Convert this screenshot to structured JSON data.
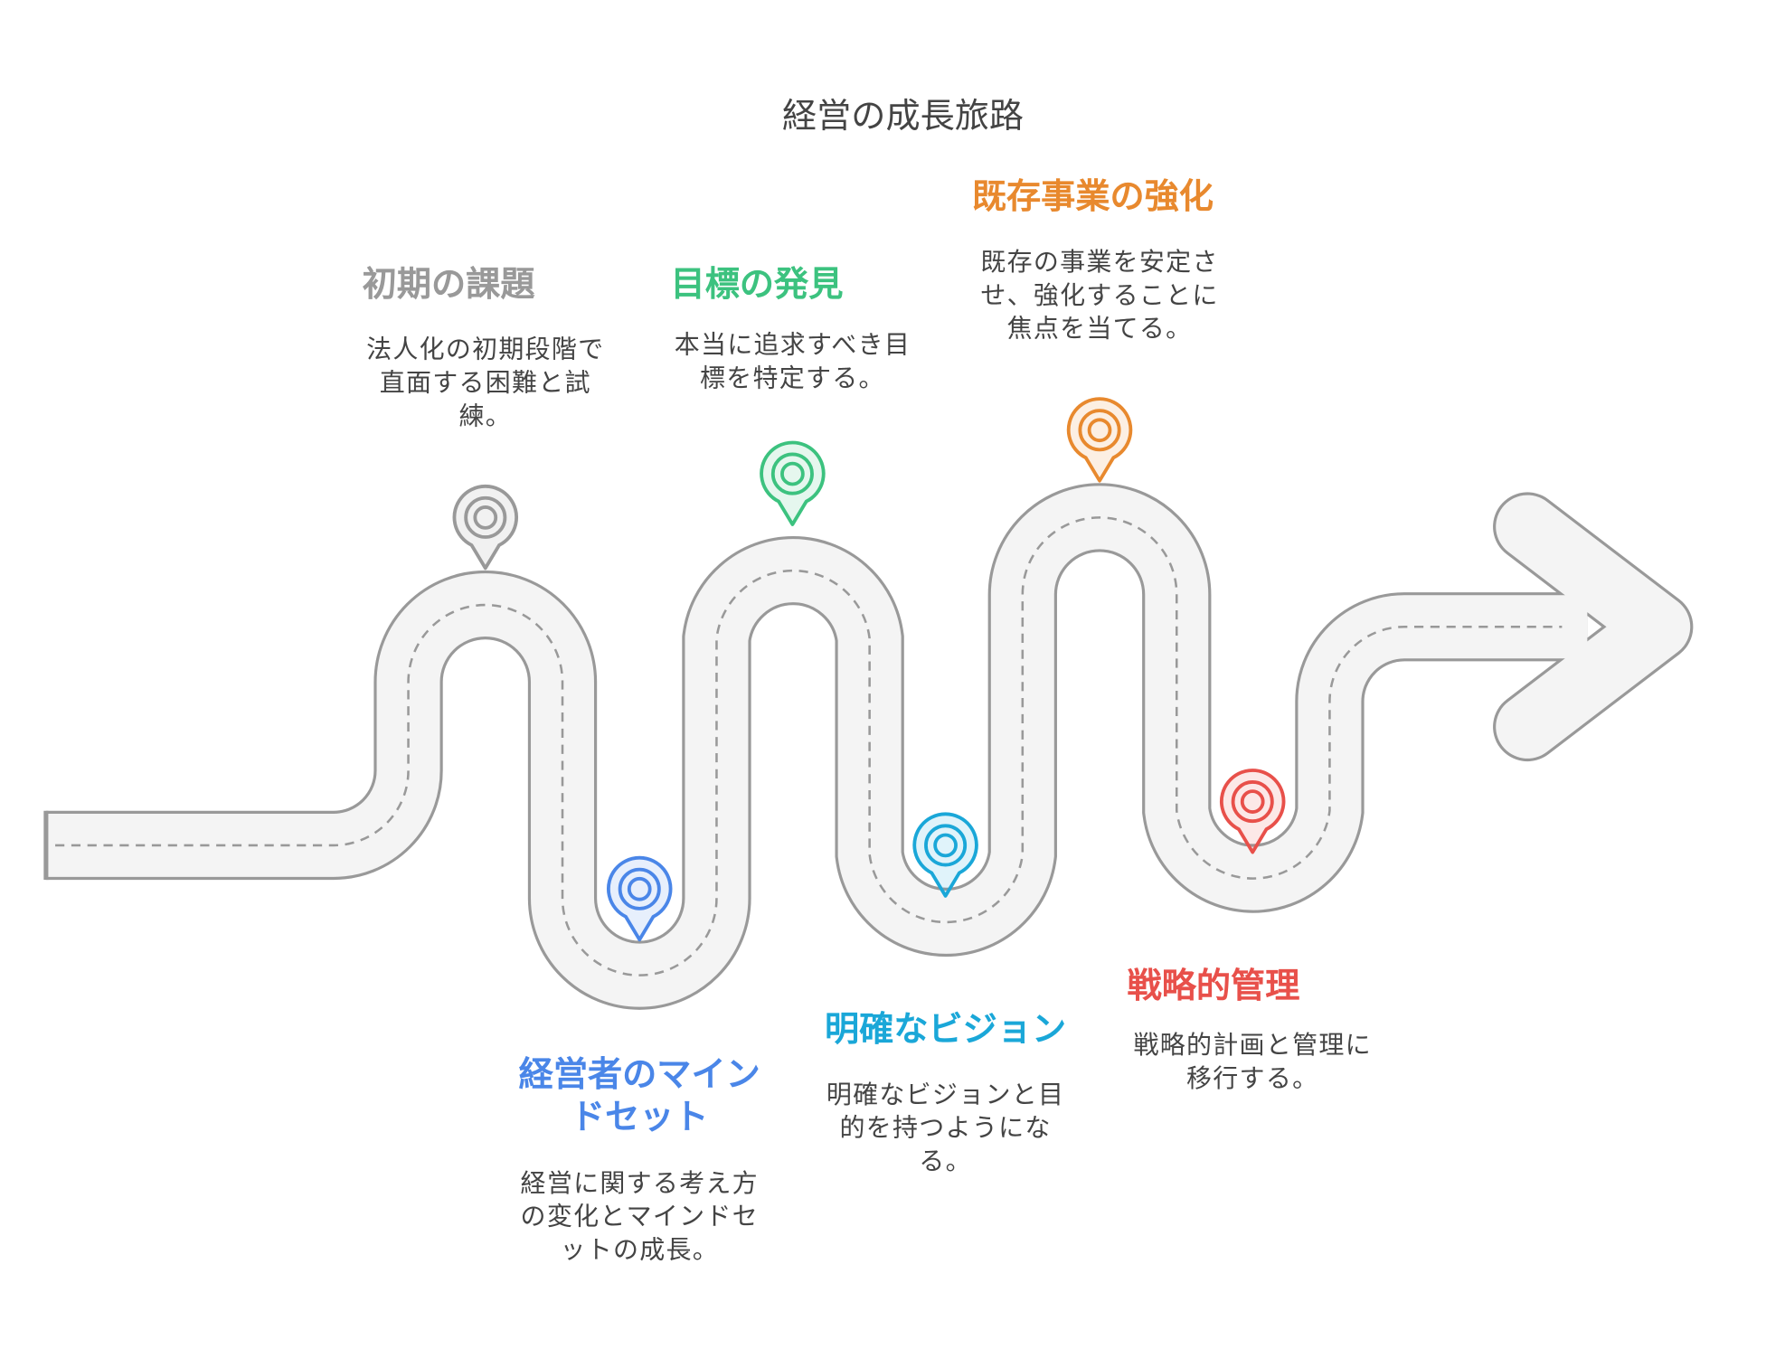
{
  "title": "経営の成長旅路",
  "colors": {
    "gray": "#999999",
    "green": "#3cc27f",
    "orange": "#e8892e",
    "blue": "#4a86e8",
    "cyan": "#1aa7d8",
    "red": "#e8504a",
    "road": "#f4f4f4"
  },
  "milestones": [
    {
      "title": "初期の課題",
      "desc": "法人化の初期段階で直面する困難と試練。",
      "color": "#999999"
    },
    {
      "title": "経営者のマインドセット",
      "desc": "経営に関する考え方の変化とマインドセットの成長。",
      "color": "#4a86e8"
    },
    {
      "title": "目標の発見",
      "desc": "本当に追求すべき目標を特定する。",
      "color": "#3cc27f"
    },
    {
      "title": "明確なビジョン",
      "desc": "明確なビジョンと目的を持つようになる。",
      "color": "#1aa7d8"
    },
    {
      "title": "既存事業の強化",
      "desc": "既存の事業を安定させ、強化することに焦点を当てる。",
      "color": "#e8892e"
    },
    {
      "title": "戦略的管理",
      "desc": "戦略的計画と管理に移行する。",
      "color": "#e8504a"
    }
  ]
}
